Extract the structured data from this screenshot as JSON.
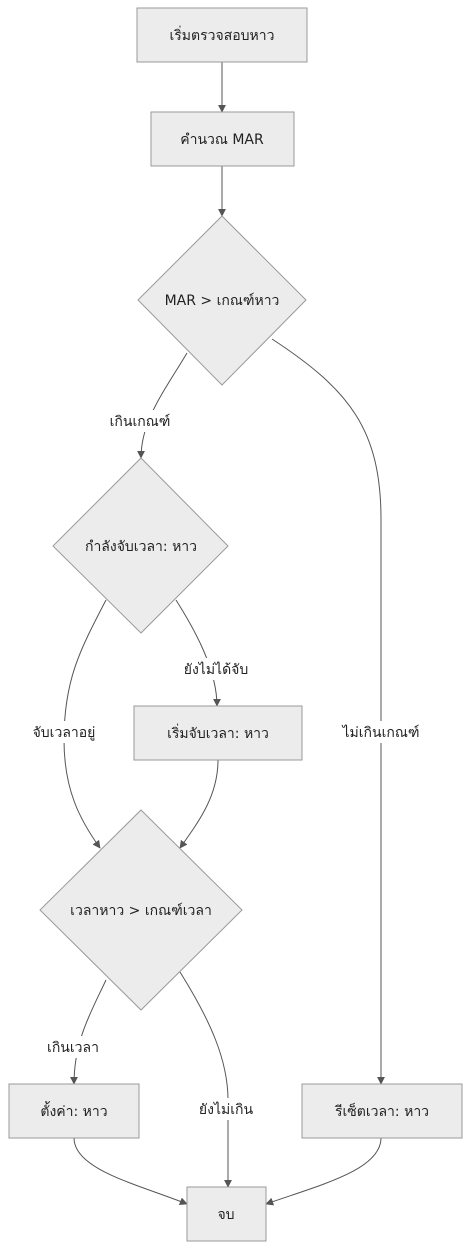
{
  "nodes": {
    "start": "เริ่มตรวจสอบหาว",
    "calc_mar": "คำนวณ MAR",
    "mar_check": "MAR > เกณฑ์หาว",
    "timing_check": "กำลังจับเวลา: หาว",
    "start_timer": "เริ่มจับเวลา: หาว",
    "time_check": "เวลาหาว > เกณฑ์เวลา",
    "set_value": "ตั้งค่า: หาว",
    "reset_timer": "รีเซ็ตเวลา: หาว",
    "end": "จบ"
  },
  "edges": {
    "exceed_threshold": "เกินเกณฑ์",
    "not_exceed_threshold": "ไม่เกินเกณฑ์",
    "timing_active": "จับเวลาอยู่",
    "not_timing_yet": "ยังไม่ได้จับ",
    "over_time": "เกินเวลา",
    "not_over_yet": "ยังไม่เกิน"
  }
}
